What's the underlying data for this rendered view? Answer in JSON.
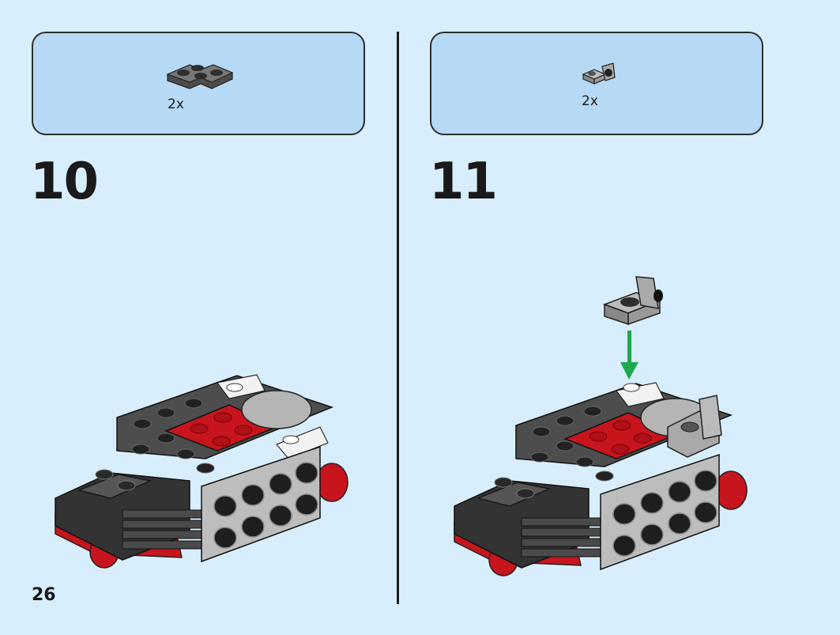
{
  "pages": {
    "page_number": "26"
  },
  "steps": [
    {
      "number": "10",
      "parts": [
        {
          "icon": "corner-plate-2x2-dark-gray",
          "quantity": "2x",
          "color": "#6b6b6b"
        }
      ]
    },
    {
      "number": "11",
      "parts": [
        {
          "icon": "bracket-1x1-1x1-light-gray",
          "quantity": "2x",
          "color": "#a6a6a6"
        }
      ]
    }
  ],
  "colors": {
    "background": "#d9eefc",
    "parts_box": "#b6d9f5",
    "red": "#c8151d",
    "dark_gray": "#5a5a5a",
    "light_gray": "#a7a7a7",
    "black": "#1e1e1e",
    "white": "#f5f5f5",
    "arrow": "#1fa84e"
  }
}
